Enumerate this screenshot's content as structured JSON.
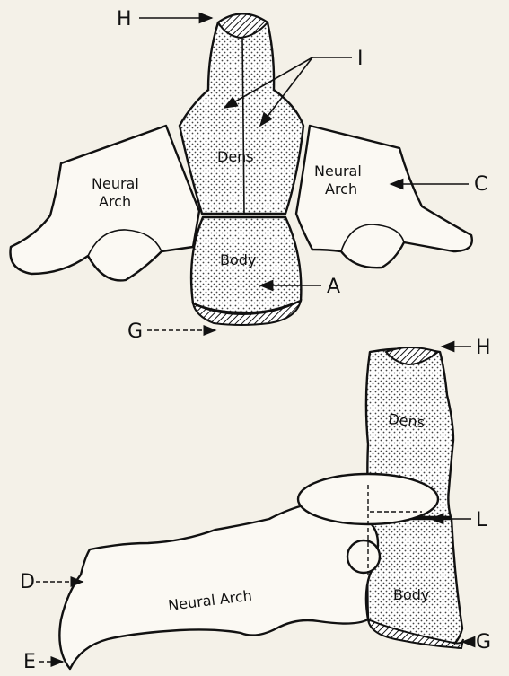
{
  "top_view": {
    "labels": {
      "H": "H",
      "I": "I",
      "C": "C",
      "A": "A",
      "G": "G",
      "dens": "Dens",
      "body": "Body",
      "neural_left_line1": "Neural",
      "neural_left_line2": "Arch",
      "neural_right_line1": "Neural",
      "neural_right_line2": "Arch"
    }
  },
  "side_view": {
    "labels": {
      "H": "H",
      "L": "L",
      "D": "D",
      "E": "E",
      "G": "G",
      "dens": "Dens",
      "body": "Body",
      "neural_arch": "Neural Arch"
    }
  }
}
